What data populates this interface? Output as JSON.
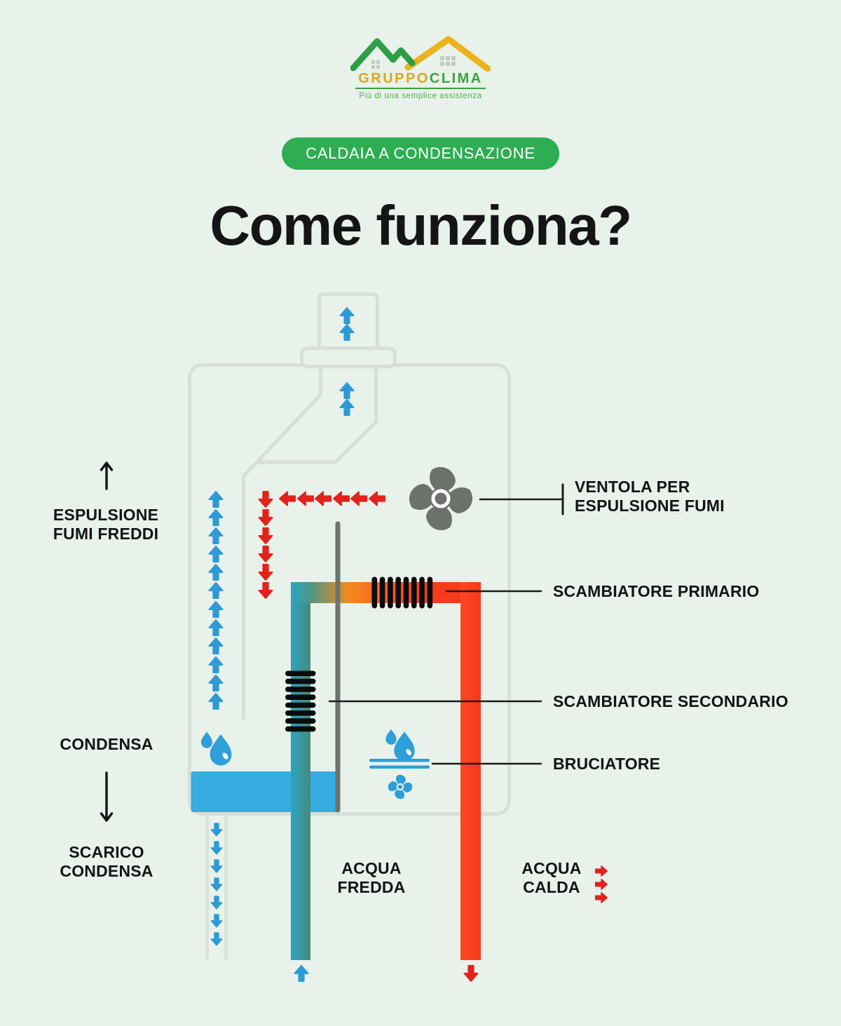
{
  "logo": {
    "brand_gruppo": "GRUPPO",
    "brand_clima": "CLIMA",
    "tagline": "Più di una semplice assistenza"
  },
  "header": {
    "badge": "CALDAIA A CONDENSAZIONE",
    "title": "Come funziona?"
  },
  "labels": {
    "ventola": {
      "line1": "VENTOLA PER",
      "line2": "ESPULSIONE FUMI"
    },
    "scambiatore_primario": "SCAMBIATORE PRIMARIO",
    "scambiatore_secondario": "SCAMBIATORE SECONDARIO",
    "bruciatore": "BRUCIATORE",
    "espulsione_fumi": {
      "line1": "ESPULSIONE",
      "line2": "FUMI FREDDI"
    },
    "condensa": "CONDENSA",
    "scarico_condensa": {
      "line1": "SCARICO",
      "line2": "CONDENSA"
    },
    "acqua_fredda": {
      "line1": "ACQUA",
      "line2": "FREDDA"
    },
    "acqua_calda": {
      "line1": "ACQUA",
      "line2": "CALDA"
    }
  },
  "colors": {
    "background": "#e8f1ea",
    "badge_green": "#2ead52",
    "outline_gray": "#d8ded8",
    "dark_line_gray": "#6e736e",
    "fan_gray": "#6c726b",
    "pipe_teal": "#2ba6c4",
    "pipe_orange": "#f08a1e",
    "pipe_red": "#f83a1d",
    "tray_blue": "#36ace2",
    "icon_blue": "#2e9fd9",
    "arrow_blue": "#2e9ad6",
    "arrow_red": "#e2231d",
    "text_black": "#141414",
    "logo_green": "#2e9e44",
    "logo_gold": "#ecb21c"
  }
}
